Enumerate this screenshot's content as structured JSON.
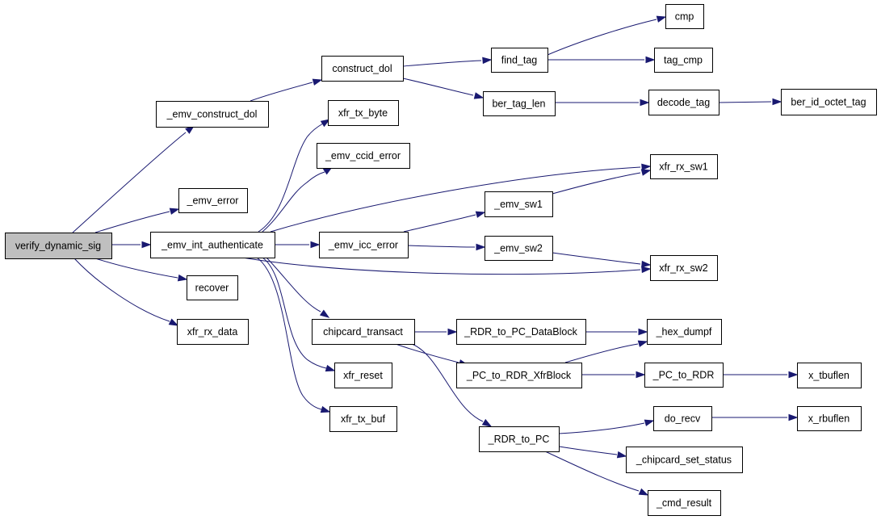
{
  "graph": {
    "edge_color": "#191970",
    "root_fill": "#bfbfbf",
    "nodes": [
      {
        "id": "verify_dynamic_sig",
        "label": "verify_dynamic_sig"
      },
      {
        "id": "_emv_construct_dol",
        "label": "_emv_construct_dol"
      },
      {
        "id": "_emv_error",
        "label": "_emv_error"
      },
      {
        "id": "_emv_int_authenticate",
        "label": "_emv_int_authenticate"
      },
      {
        "id": "recover",
        "label": "recover"
      },
      {
        "id": "xfr_rx_data",
        "label": "xfr_rx_data"
      },
      {
        "id": "construct_dol",
        "label": "construct_dol"
      },
      {
        "id": "find_tag",
        "label": "find_tag"
      },
      {
        "id": "ber_tag_len",
        "label": "ber_tag_len"
      },
      {
        "id": "cmp",
        "label": "cmp"
      },
      {
        "id": "tag_cmp",
        "label": "tag_cmp"
      },
      {
        "id": "decode_tag",
        "label": "decode_tag"
      },
      {
        "id": "ber_id_octet_tag",
        "label": "ber_id_octet_tag"
      },
      {
        "id": "xfr_tx_byte",
        "label": "xfr_tx_byte"
      },
      {
        "id": "_emv_ccid_error",
        "label": "_emv_ccid_error"
      },
      {
        "id": "_emv_icc_error",
        "label": "_emv_icc_error"
      },
      {
        "id": "xfr_rx_sw1",
        "label": "xfr_rx_sw1"
      },
      {
        "id": "xfr_rx_sw2",
        "label": "xfr_rx_sw2"
      },
      {
        "id": "chipcard_transact",
        "label": "chipcard_transact"
      },
      {
        "id": "xfr_reset",
        "label": "xfr_reset"
      },
      {
        "id": "xfr_tx_buf",
        "label": "xfr_tx_buf"
      },
      {
        "id": "_emv_sw1",
        "label": "_emv_sw1"
      },
      {
        "id": "_emv_sw2",
        "label": "_emv_sw2"
      },
      {
        "id": "_RDR_to_PC_DataBlock",
        "label": "_RDR_to_PC_DataBlock"
      },
      {
        "id": "_PC_to_RDR_XfrBlock",
        "label": "_PC_to_RDR_XfrBlock"
      },
      {
        "id": "_RDR_to_PC",
        "label": "_RDR_to_PC"
      },
      {
        "id": "_hex_dumpf",
        "label": "_hex_dumpf"
      },
      {
        "id": "_PC_to_RDR",
        "label": "_PC_to_RDR"
      },
      {
        "id": "x_tbuflen",
        "label": "x_tbuflen"
      },
      {
        "id": "do_recv",
        "label": "do_recv"
      },
      {
        "id": "x_rbuflen",
        "label": "x_rbuflen"
      },
      {
        "id": "_chipcard_set_status",
        "label": "_chipcard_set_status"
      },
      {
        "id": "_cmd_result",
        "label": "_cmd_result"
      }
    ],
    "edges": [
      {
        "from": "verify_dynamic_sig",
        "to": "_emv_construct_dol"
      },
      {
        "from": "verify_dynamic_sig",
        "to": "_emv_error"
      },
      {
        "from": "verify_dynamic_sig",
        "to": "_emv_int_authenticate"
      },
      {
        "from": "verify_dynamic_sig",
        "to": "recover"
      },
      {
        "from": "verify_dynamic_sig",
        "to": "xfr_rx_data"
      },
      {
        "from": "_emv_construct_dol",
        "to": "construct_dol"
      },
      {
        "from": "construct_dol",
        "to": "find_tag"
      },
      {
        "from": "construct_dol",
        "to": "ber_tag_len"
      },
      {
        "from": "find_tag",
        "to": "cmp"
      },
      {
        "from": "find_tag",
        "to": "tag_cmp"
      },
      {
        "from": "ber_tag_len",
        "to": "decode_tag"
      },
      {
        "from": "decode_tag",
        "to": "ber_id_octet_tag"
      },
      {
        "from": "_emv_int_authenticate",
        "to": "xfr_tx_byte"
      },
      {
        "from": "_emv_int_authenticate",
        "to": "_emv_ccid_error"
      },
      {
        "from": "_emv_int_authenticate",
        "to": "xfr_rx_sw1"
      },
      {
        "from": "_emv_int_authenticate",
        "to": "_emv_icc_error"
      },
      {
        "from": "_emv_int_authenticate",
        "to": "xfr_rx_sw2"
      },
      {
        "from": "_emv_int_authenticate",
        "to": "chipcard_transact"
      },
      {
        "from": "_emv_int_authenticate",
        "to": "xfr_reset"
      },
      {
        "from": "_emv_int_authenticate",
        "to": "xfr_tx_buf"
      },
      {
        "from": "_emv_icc_error",
        "to": "_emv_sw1"
      },
      {
        "from": "_emv_icc_error",
        "to": "_emv_sw2"
      },
      {
        "from": "_emv_sw1",
        "to": "xfr_rx_sw1"
      },
      {
        "from": "_emv_sw2",
        "to": "xfr_rx_sw2"
      },
      {
        "from": "chipcard_transact",
        "to": "_RDR_to_PC_DataBlock"
      },
      {
        "from": "chipcard_transact",
        "to": "_PC_to_RDR_XfrBlock"
      },
      {
        "from": "chipcard_transact",
        "to": "_RDR_to_PC"
      },
      {
        "from": "_RDR_to_PC_DataBlock",
        "to": "_hex_dumpf"
      },
      {
        "from": "_PC_to_RDR_XfrBlock",
        "to": "_hex_dumpf"
      },
      {
        "from": "_PC_to_RDR_XfrBlock",
        "to": "_PC_to_RDR"
      },
      {
        "from": "_PC_to_RDR",
        "to": "x_tbuflen"
      },
      {
        "from": "_RDR_to_PC",
        "to": "do_recv"
      },
      {
        "from": "_RDR_to_PC",
        "to": "_chipcard_set_status"
      },
      {
        "from": "_RDR_to_PC",
        "to": "_cmd_result"
      },
      {
        "from": "do_recv",
        "to": "x_rbuflen"
      }
    ]
  }
}
